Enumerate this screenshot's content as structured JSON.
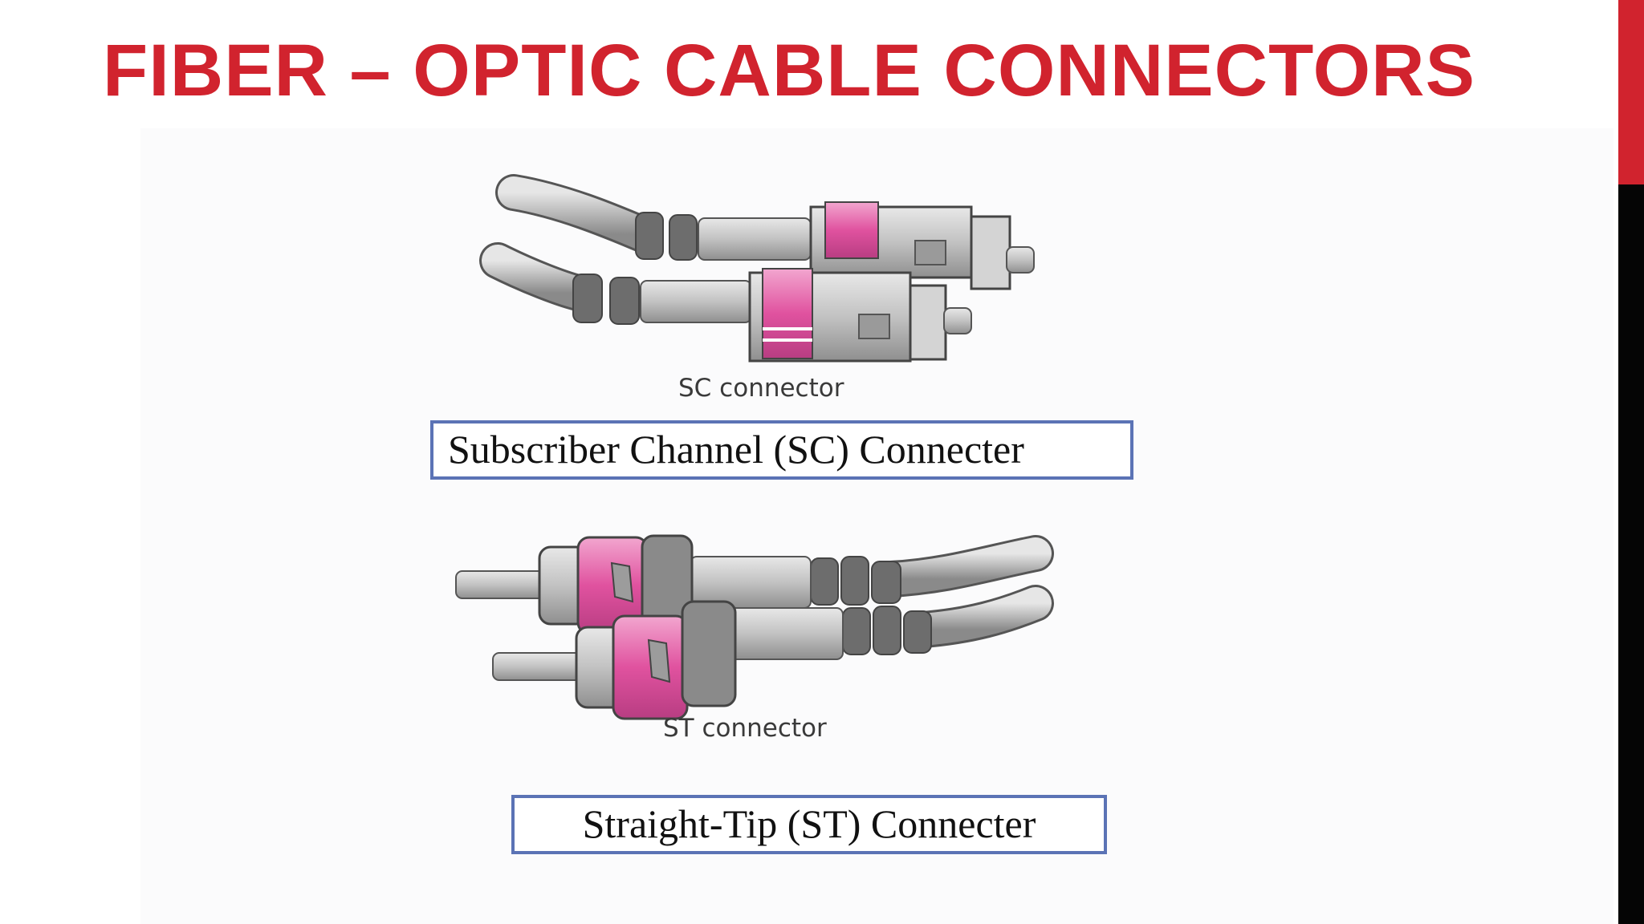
{
  "slide": {
    "title": "FIBER – OPTIC CABLE CONNECTORS",
    "colors": {
      "title": "#d1232e",
      "accent_bar_top": "#d1232e",
      "accent_bar_bottom": "#050505",
      "label_border": "#5b73b5",
      "connector_pink": "#e0529f"
    }
  },
  "sc": {
    "image_caption": "SC connector",
    "label": "Subscriber Channel (SC) Connecter"
  },
  "st": {
    "image_caption": "ST connector",
    "label": "Straight-Tip (ST) Connecter"
  }
}
